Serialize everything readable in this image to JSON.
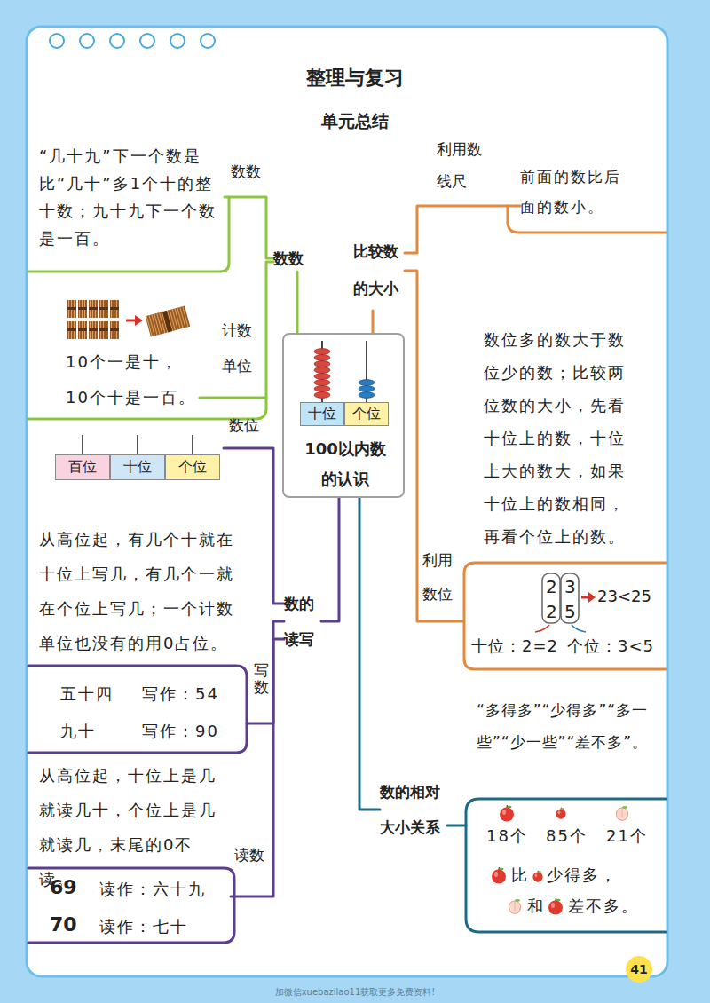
{
  "diagram": {
    "title": "整理与复习",
    "nodes": [
      {
        "text": [
          "十位",
          "个位",
          "100以内数的认识"
        ]
      },
      {
        "text": [
          "数数"
        ]
      },
      {
        "text": [
          "数数",
          "“几十九”下一个数是比“几十”多1个十的整十数；九十九下一个数是一百。"
        ]
      },
      {
        "text": [
          "计数单位",
          "10个一是十，",
          "10个十是一百。"
        ]
      },
      {
        "text": [
          "数的读写"
        ]
      },
      {
        "text": [
          "数位",
          "百位",
          "十位",
          "个位"
        ]
      },
      {
        "text": [
          "写数",
          "从高位起，有几个十就在十位上写几，有几个一就在个位上写几；一个计数单位也没有的用0占位。",
          "五十四",
          "写作：54",
          "九十",
          "写作：90"
        ]
      },
      {
        "text": [
          "读数",
          "从高位起，十位上是几就读几十，个位上是几就读几，末尾的0不读。",
          "69",
          "读作：六十九",
          "70",
          "读作：七十"
        ]
      },
      {
        "text": [
          "比较数的大小"
        ]
      },
      {
        "text": [
          "利用数线尺",
          "前面的数比后面的数小。"
        ]
      },
      {
        "text": [
          "利用数位",
          "数位多的数大于数位少的数；比较两位数的大小，先看十位上的数，十位上大的数大，如果十位上的数相同，再看个位上的数。",
          "2",
          "3",
          "2",
          "5",
          "23<25",
          "十位：2=2",
          "个位：3<5"
        ]
      },
      {
        "text": [
          "数的相对大小关系"
        ]
      },
      {
        "text": [
          "“多得多”“少得多”“多一些”“少一些”“差不多”。",
          "18个",
          "85个",
          "21个",
          "比",
          "少得多，",
          "和",
          "差不多。"
        ]
      }
    ],
    "edges": [
      {
        "from": 0,
        "to": 1,
        "arrow": "none"
      },
      {
        "from": 1,
        "to": 2,
        "arrow": "none"
      },
      {
        "from": 1,
        "to": 3,
        "arrow": "none"
      },
      {
        "from": 0,
        "to": 4,
        "arrow": "none"
      },
      {
        "from": 4,
        "to": 5,
        "arrow": "none"
      },
      {
        "from": 4,
        "to": 6,
        "arrow": "none"
      },
      {
        "from": 4,
        "to": 7,
        "arrow": "none"
      },
      {
        "from": 0,
        "to": 8,
        "arrow": "none"
      },
      {
        "from": 8,
        "to": 9,
        "arrow": "none"
      },
      {
        "from": 8,
        "to": 10,
        "arrow": "none"
      },
      {
        "from": 0,
        "to": 11,
        "arrow": "none"
      },
      {
        "from": 11,
        "to": 12,
        "arrow": "none"
      }
    ],
    "labels": [
      "单元总结",
      "41",
      "加微信xuebazilao11获取更多免费资料!"
    ]
  }
}
